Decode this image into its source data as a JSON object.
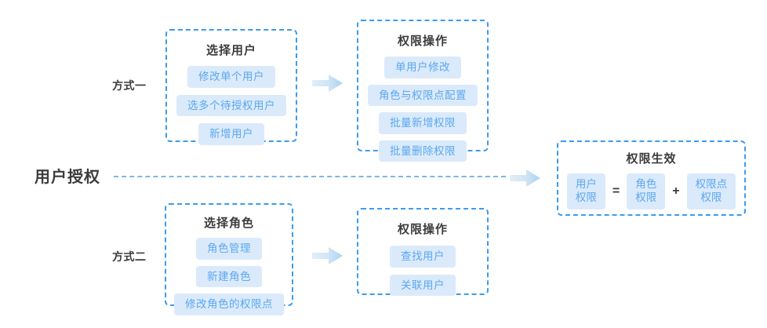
{
  "diagram": {
    "section_label": "用户授权",
    "branches": [
      {
        "label": "方式一"
      },
      {
        "label": "方式二"
      }
    ],
    "boxes": {
      "select_user": {
        "title": "选择用户",
        "chips": [
          "修改单个用户",
          "选多个待授权用户",
          "新增用户"
        ]
      },
      "perm_op_top": {
        "title": "权限操作",
        "chips": [
          "单用户修改",
          "角色与权限点配置",
          "批量新增权限",
          "批量删除权限"
        ]
      },
      "select_role": {
        "title": "选择角色",
        "chips": [
          "角色管理",
          "新建角色",
          "修改角色的权限点"
        ]
      },
      "perm_op_bottom": {
        "title": "权限操作",
        "chips": [
          "查找用户",
          "关联用户"
        ]
      },
      "result": {
        "title": "权限生效",
        "formula": {
          "left": "用户\n权限",
          "operator_equals": "=",
          "middle": "角色\n权限",
          "operator_plus": "+",
          "right": "权限点\n权限"
        }
      }
    },
    "arrows": [
      {
        "name": "arrow-top",
        "glyph": "right-arrow"
      },
      {
        "name": "arrow-bottom",
        "glyph": "right-arrow"
      },
      {
        "name": "arrow-result",
        "glyph": "right-arrow"
      }
    ],
    "colors": {
      "box_border": "#3d9aee",
      "chip_background": "#dbeafb",
      "chip_text": "#5ba8ef",
      "title_text": "#3c3c3c",
      "divider": "#7ab8e8",
      "arrow_head": "#a8d3f0",
      "arrow_tail": "#dceaf6",
      "canvas_background": "#ffffff"
    }
  }
}
